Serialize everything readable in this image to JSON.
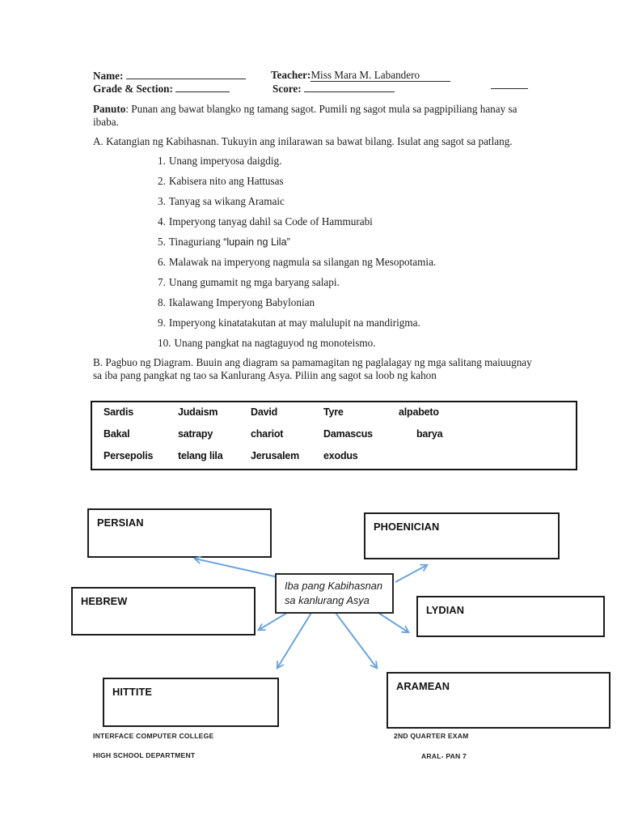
{
  "header": {
    "name_label": "Name:",
    "teacher_label": "Teacher:",
    "teacher_value": "Miss Mara M. Labandero",
    "grade_label": "Grade & Section:",
    "score_label": "Score:"
  },
  "instructions": {
    "label": "Panuto",
    "line1_rest": ": Punan ang bawat blangko ng tamang sagot. Pumili ng sagot mula sa pagpipiliang hanay sa",
    "line2": "ibaba."
  },
  "section_a": {
    "title": "A. Katangian ng Kabihasnan. Tukuyin ang inilarawan sa bawat bilang. Isulat ang sagot sa patlang.",
    "items": [
      {
        "num": "1.",
        "text": "Unang imperyosa daigdig."
      },
      {
        "num": "2.",
        "text": "Kabisera nito ang Hattusas"
      },
      {
        "num": "3.",
        "text": "Tanyag sa wikang Aramaic"
      },
      {
        "num": "4.",
        "text": "Imperyong tanyag dahil sa Code of Hammurabi"
      },
      {
        "num": "5.",
        "text": "Tinaguriang ",
        "quoted": "“lupain ng Lila”"
      },
      {
        "num": "6.",
        "text": "Malawak na imperyong nagmula sa silangan ng Mesopotamia."
      },
      {
        "num": "7.",
        "text": "Unang gumamit ng mga baryang salapi."
      },
      {
        "num": "8.",
        "text": "Ikalawang Imperyong Babylonian"
      },
      {
        "num": "9.",
        "text": "Imperyong kinatatakutan at may malulupit na mandirigma."
      },
      {
        "num": "10.",
        "text": "Unang pangkat  na nagtaguyod ng monoteismo."
      }
    ]
  },
  "section_b": {
    "line1": "B. Pagbuo ng Diagram. Buuin ang diagram sa pamamagitan ng paglalagay ng mga salitang maiuugnay",
    "line2": "sa iba pang pangkat ng tao sa Kanlurang Asya. Piliin ang sagot sa loob ng kahon"
  },
  "word_bank": {
    "rows": [
      [
        "Sardis",
        "Judaism",
        "David",
        "Tyre",
        "alpabeto"
      ],
      [
        "Bakal",
        "satrapy",
        "chariot",
        "Damascus",
        "barya"
      ],
      [
        "Persepolis",
        "telang lila",
        "Jerusalem",
        "exodus",
        ""
      ]
    ]
  },
  "diagram": {
    "center": {
      "line1": "Iba pang Kabihasnan",
      "line2": "sa kanlurang Asya"
    },
    "labels": {
      "persian": "PERSIAN",
      "phoenician": "PHOENICIAN",
      "hebrew": "HEBREW",
      "lydian": "LYDIAN",
      "hittite": "HITTITE",
      "aramean": "ARAMEAN"
    },
    "arrow_color": "#6CA3DC"
  },
  "footer": {
    "left1": "INTERFACE COMPUTER COLLEGE",
    "right1": "2ND QUARTER EXAM",
    "left2": "HIGH SCHOOL DEPARTMENT",
    "right2": "ARAL- PAN 7"
  }
}
